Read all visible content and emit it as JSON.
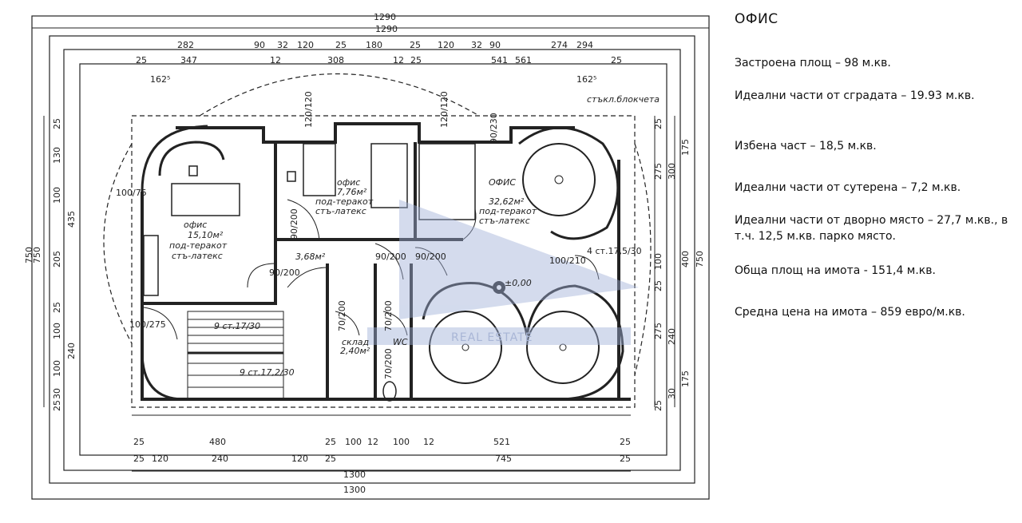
{
  "heading": "ОФИС",
  "details": [
    "Застроена площ – 98 м.кв.",
    "Идеални части от сградата – 19.93 м.кв.",
    "Избена част – 18,5 м.кв.",
    "Идеални части от сутерена – 7,2 м.кв.",
    "Идеални части от дворно място – 27,7 м.кв., в т.ч. 12,5 м.кв. парко място.",
    "Обща площ на имота - 151,4 м.кв.",
    "Средна цена на имота – 859 евро/м.кв."
  ],
  "plan": {
    "top_dims": {
      "total_1": "1290",
      "total_2": "1290",
      "row1": [
        "282",
        "90",
        "32",
        "120",
        "25",
        "180",
        "25",
        "120",
        "32",
        "90",
        "274",
        "294"
      ],
      "row2": [
        "25",
        "347",
        "12",
        "308",
        "12",
        "25",
        "541",
        "561",
        "25"
      ],
      "half_left": "162⁵",
      "half_right": "162⁵",
      "glass_note": "стъкл.блокчета"
    },
    "bottom_dims": {
      "row1": [
        "25",
        "480",
        "25",
        "100",
        "12",
        "100",
        "12",
        "521",
        "25"
      ],
      "row2": [
        "25",
        "120",
        "240",
        "120",
        "25",
        "745",
        "25"
      ],
      "total_1": "1300",
      "total_2": "1300"
    },
    "left_dims": [
      "750",
      "25",
      "130",
      "100",
      "435",
      "205",
      "25",
      "100",
      "240",
      "100",
      "30",
      "25",
      "750"
    ],
    "right_dims": [
      "25",
      "175",
      "300",
      "275",
      "400",
      "750",
      "100",
      "25",
      "275",
      "240",
      "175",
      "30",
      "25"
    ],
    "rooms": {
      "office1": [
        "офис",
        "15,10м²",
        "под-теракот",
        "стъ-латекс"
      ],
      "office2": [
        "офис",
        "7,76м²",
        "под-теракот",
        "стъ-латекс"
      ],
      "office3": [
        "ОФИС",
        "32,62м²",
        "под-теракот",
        "стъ-латекс"
      ],
      "hall": "3,68м²",
      "storage": [
        "склад",
        "2,40м²"
      ],
      "wc": "WC",
      "level": "±0,00",
      "stairs_1": "9 ст.17/30",
      "stairs_2": "9 ст.17,2/30"
    },
    "doors": [
      "100/75",
      "90/200",
      "90/200",
      "90/200",
      "90/200",
      "100/210",
      "100/275",
      "70/200",
      "70/200",
      "70/200",
      "90/230",
      "120/120",
      "120/120",
      "4 ст.17,5/30"
    ],
    "watermark": "REAL ESTATE"
  },
  "colors": {
    "ink": "#222222",
    "watermark": "#9fb0d8",
    "background": "#ffffff"
  }
}
